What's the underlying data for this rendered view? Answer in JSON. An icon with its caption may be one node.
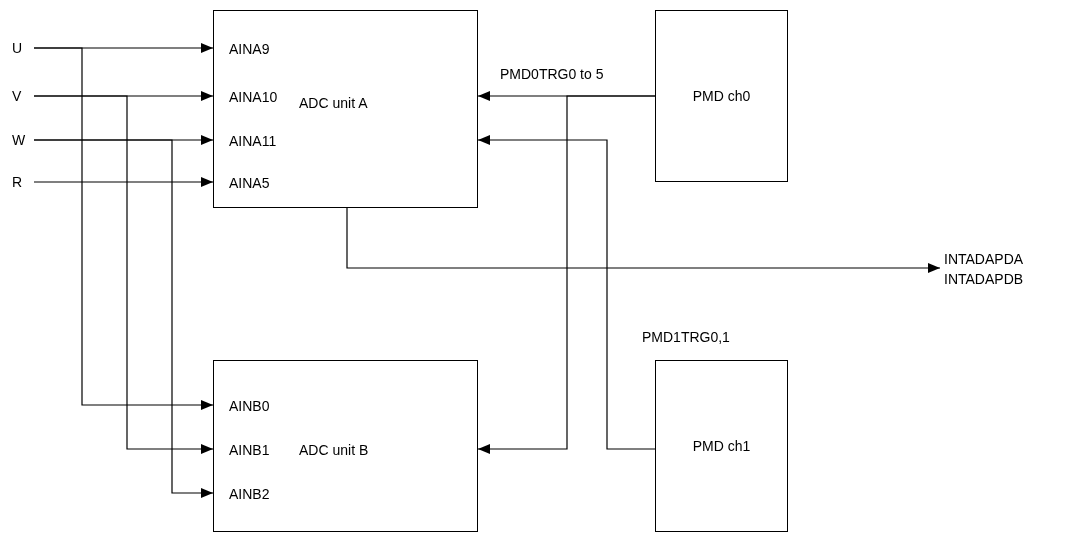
{
  "diagram": {
    "nodes": [
      {
        "text": [
          "U"
        ]
      },
      {
        "text": [
          "V"
        ]
      },
      {
        "text": [
          "W"
        ]
      },
      {
        "text": [
          "R"
        ]
      },
      {
        "text": [
          "ADC unit A"
        ]
      },
      {
        "text": [
          "AINA9"
        ],
        "in": 4
      },
      {
        "text": [
          "AINA10"
        ],
        "in": 4
      },
      {
        "text": [
          "AINA11"
        ],
        "in": 4
      },
      {
        "text": [
          "AINA5"
        ],
        "in": 4
      },
      {
        "text": [
          "PMD ch0"
        ]
      },
      {
        "text": [
          "ADC unit B"
        ]
      },
      {
        "text": [
          "AINB0"
        ],
        "in": 10
      },
      {
        "text": [
          "AINB1"
        ],
        "in": 10
      },
      {
        "text": [
          "AINB2"
        ],
        "in": 10
      },
      {
        "text": [
          "PMD ch1"
        ]
      },
      {
        "text": [
          "INTADAPDA INTADAPDB"
        ]
      }
    ],
    "edges": [
      {
        "from": 0,
        "to": 5,
        "arrow": "to"
      },
      {
        "from": 0,
        "to": 11,
        "arrow": "to"
      },
      {
        "from": 1,
        "to": 6,
        "arrow": "to"
      },
      {
        "from": 1,
        "to": 12,
        "arrow": "to"
      },
      {
        "from": 2,
        "to": 7,
        "arrow": "to"
      },
      {
        "from": 2,
        "to": 13,
        "arrow": "to"
      },
      {
        "from": 3,
        "to": 8,
        "arrow": "to"
      },
      {
        "from": 9,
        "to": 4,
        "arrow": "to",
        "label": "PMD0TRG0 to 5"
      },
      {
        "from": 9,
        "to": 10,
        "arrow": "to"
      },
      {
        "from": 14,
        "to": 4,
        "arrow": "to",
        "label": "PMD1TRG0,1"
      },
      {
        "from": 4,
        "to": 15,
        "arrow": "to"
      }
    ]
  }
}
